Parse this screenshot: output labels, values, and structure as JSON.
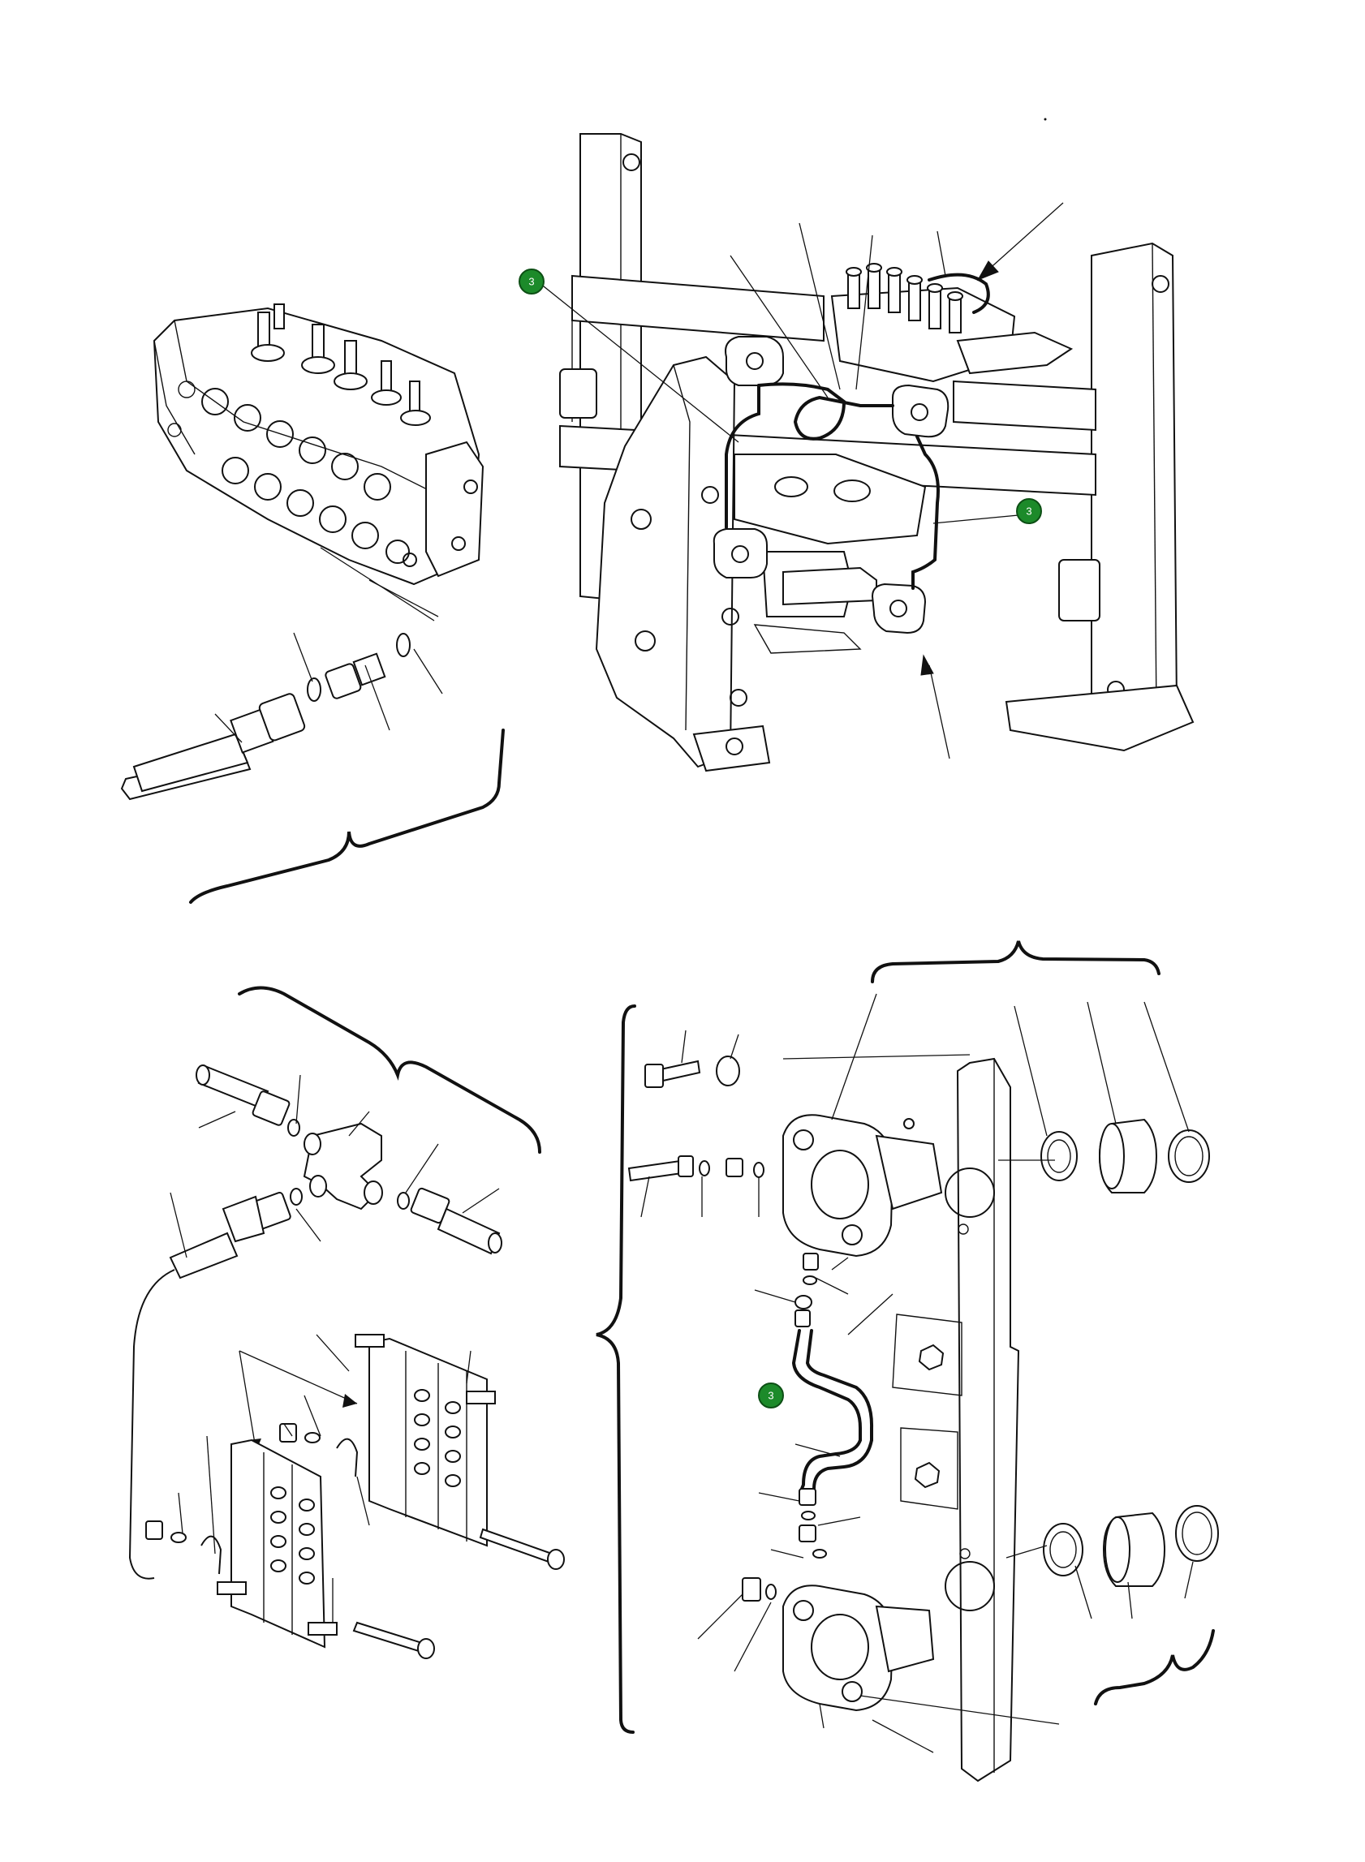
{
  "callouts": [
    {
      "label": "3"
    },
    {
      "label": "3"
    },
    {
      "label": "3"
    }
  ]
}
